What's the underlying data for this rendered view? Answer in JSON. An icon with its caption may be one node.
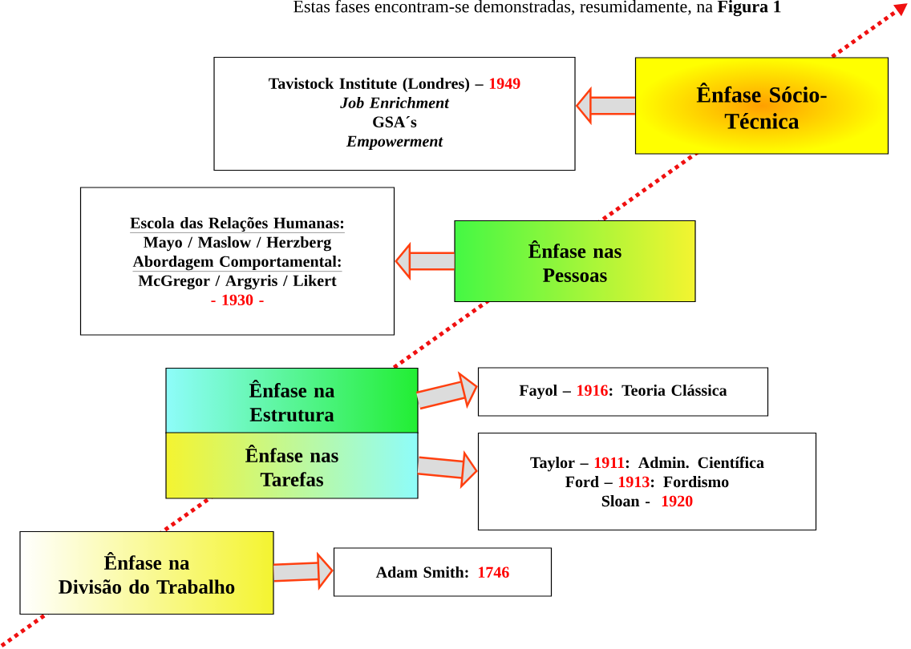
{
  "diagram": {
    "nodes": [
      {
        "text": [
          "Ênfase Sócio-Técnica"
        ]
      },
      {
        "text": [
          "Tavistock Institute (Londres) –",
          "1949",
          "Job Enrichment",
          "GSA´s",
          "Empowerment"
        ]
      },
      {
        "text": [
          "Ênfase nas Pessoas"
        ]
      },
      {
        "text": [
          "Escola das Relações Humanas:",
          "Mayo / Maslow / Herzberg",
          "Abordagem Comportamental:",
          "McGregor / Argyris / Likert",
          "- 1930 -"
        ]
      },
      {
        "text": [
          "Ênfase na Estrutura"
        ]
      },
      {
        "text": [
          "Fayol –",
          "1916",
          ": Teoria Clássica"
        ]
      },
      {
        "text": [
          "Ênfase nas Tarefas"
        ]
      },
      {
        "text": [
          "Taylor –",
          "1911",
          ": Admin. Científica",
          "Ford –",
          "1913",
          ": Fordismo",
          "Sloan -",
          "1920"
        ]
      },
      {
        "text": [
          "Ênfase na",
          "Divisão do Trabalho"
        ]
      },
      {
        "text": [
          "Adam Smith:",
          "1746"
        ]
      }
    ],
    "edges": [
      {
        "from": 0,
        "to": 1,
        "arrow": "to"
      },
      {
        "from": 2,
        "to": 3,
        "arrow": "to"
      },
      {
        "from": 4,
        "to": 5,
        "arrow": "to"
      },
      {
        "from": 6,
        "to": 7,
        "arrow": "to"
      },
      {
        "from": 8,
        "to": 9,
        "arrow": "to"
      }
    ],
    "labels": [
      "Estas fases encontram-se demonstradas, resumidamente, na **Figura 1**"
    ]
  }
}
